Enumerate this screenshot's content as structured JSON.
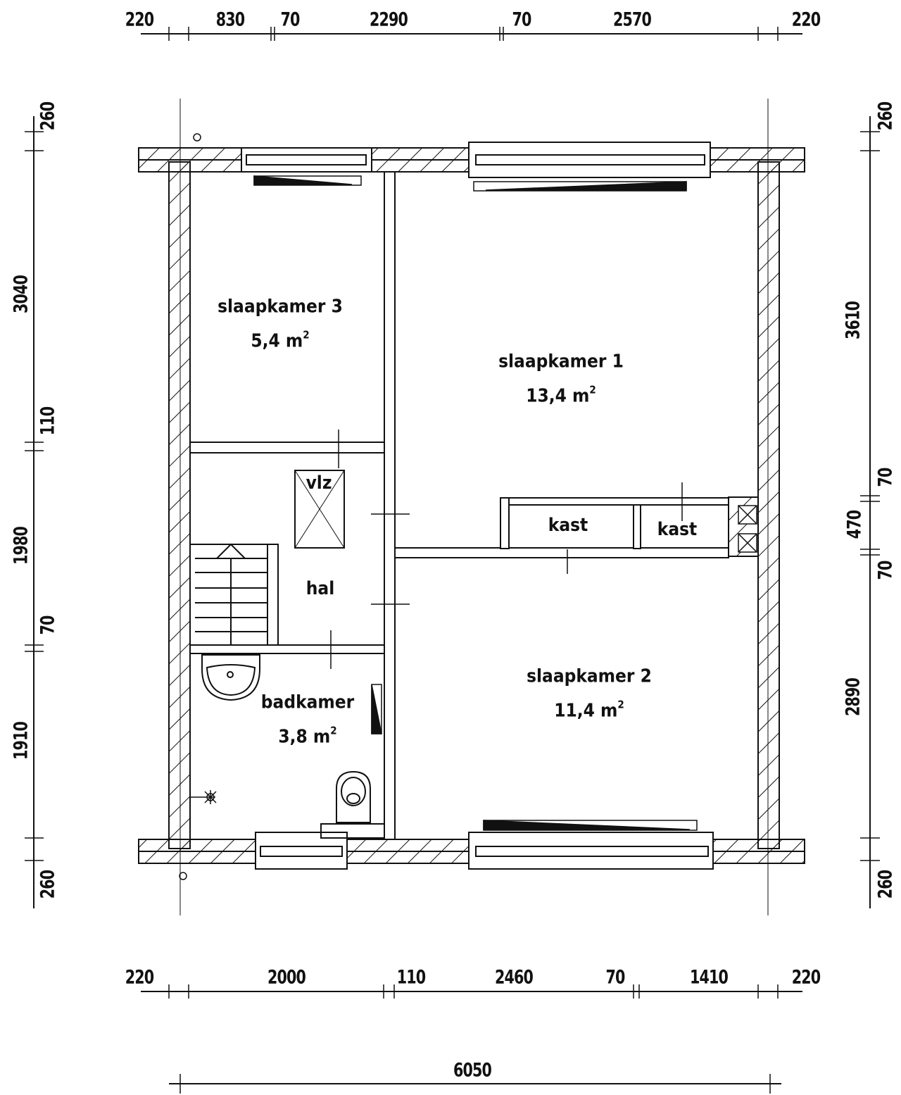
{
  "plan": {
    "rooms": [
      {
        "id": "slaapkamer-3",
        "name": "slaapkamer 3",
        "area": "5,4 m",
        "area_unit_sup": "2"
      },
      {
        "id": "slaapkamer-1",
        "name": "slaapkamer 1",
        "area": "13,4 m",
        "area_unit_sup": "2"
      },
      {
        "id": "slaapkamer-2",
        "name": "slaapkamer 2",
        "area": "11,4 m",
        "area_unit_sup": "2"
      },
      {
        "id": "badkamer",
        "name": "badkamer",
        "area": "3,8 m",
        "area_unit_sup": "2"
      },
      {
        "id": "hal",
        "name": "hal"
      },
      {
        "id": "kast-1",
        "name": "kast"
      },
      {
        "id": "kast-2",
        "name": "kast"
      },
      {
        "id": "vlz",
        "name": "vlz"
      }
    ]
  },
  "dimensions": {
    "top": [
      "220",
      "830",
      "70",
      "2290",
      "70",
      "2570",
      "220"
    ],
    "bottom": [
      "220",
      "2000",
      "110",
      "2460",
      "70",
      "1410",
      "220"
    ],
    "overall": "6050",
    "left": [
      "260",
      "3040",
      "110",
      "1980",
      "70",
      "1910",
      "260"
    ],
    "right": [
      "260",
      "3610",
      "70",
      "470",
      "70",
      "2890",
      "260"
    ]
  },
  "colors": {
    "line": "#111111",
    "background": "#ffffff"
  }
}
